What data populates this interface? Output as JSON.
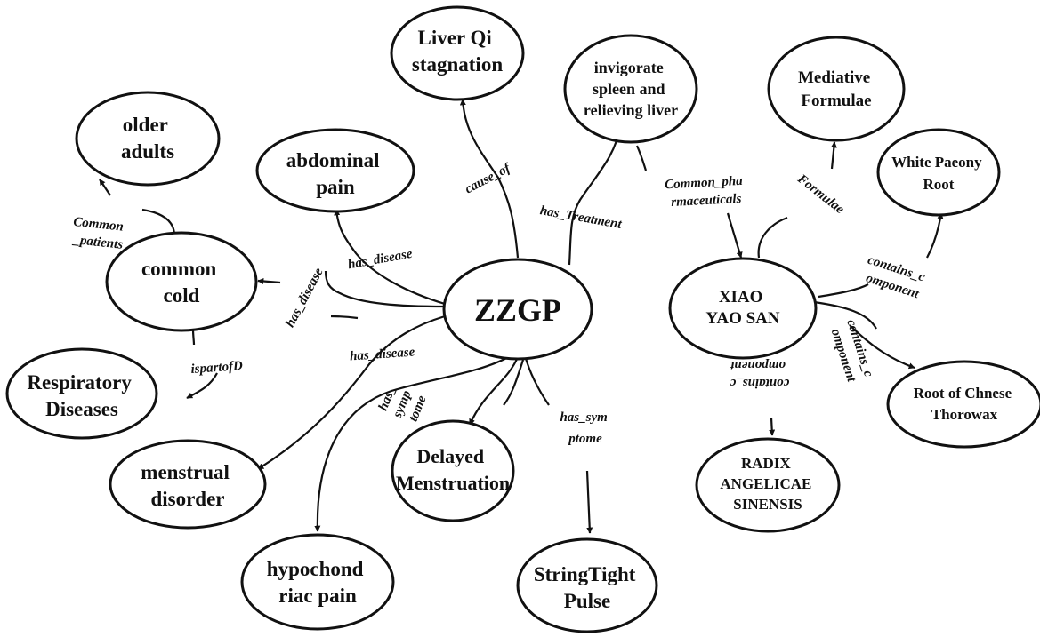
{
  "nodes": {
    "zzgp": {
      "lines": [
        "ZZGP"
      ]
    },
    "xiaoyaosan": {
      "lines": [
        "XIAO",
        "YAO SAN"
      ]
    },
    "liver_qi": {
      "lines": [
        "Liver Qi",
        "stagnation"
      ]
    },
    "invigorate": {
      "lines": [
        "invigorate",
        "spleen and",
        "relieving liver"
      ]
    },
    "mediative": {
      "lines": [
        "Mediative",
        "Formulae"
      ]
    },
    "white_paeony": {
      "lines": [
        "White Paeony",
        "Root"
      ]
    },
    "older_adults": {
      "lines": [
        "older",
        "adults"
      ]
    },
    "abdominal": {
      "lines": [
        "abdominal",
        "pain"
      ]
    },
    "common_cold": {
      "lines": [
        "common",
        "cold"
      ]
    },
    "respiratory": {
      "lines": [
        "Respiratory",
        "Diseases"
      ]
    },
    "menstrual": {
      "lines": [
        "menstrual",
        "disorder"
      ]
    },
    "hypochond": {
      "lines": [
        "hypochond",
        "riac pain"
      ]
    },
    "delayed": {
      "lines": [
        "Delayed",
        "Menstruation"
      ]
    },
    "stringtight": {
      "lines": [
        "StringTight",
        "Pulse"
      ]
    },
    "radix": {
      "lines": [
        "RADIX",
        "ANGELICAE",
        "SINENSIS"
      ]
    },
    "thorowax": {
      "lines": [
        "Root of Chnese",
        "Thorowax"
      ]
    }
  },
  "edges": {
    "common_patients": {
      "lines": [
        "Common",
        "_patients"
      ]
    },
    "has_disease_abdominal": {
      "lines": [
        "has_disease"
      ]
    },
    "has_disease_cold": {
      "lines": [
        "has_disease"
      ]
    },
    "ispartof": {
      "lines": [
        "ispartofD"
      ]
    },
    "has_disease_menstrual": {
      "lines": [
        "has_disease"
      ]
    },
    "has_symptome_hypo": {
      "lines": [
        "has_",
        "symp",
        "tome"
      ]
    },
    "has_symptome_pulse": {
      "lines": [
        "has_sym",
        "ptome"
      ]
    },
    "cause_of": {
      "lines": [
        "cause_of"
      ]
    },
    "has_treatment": {
      "lines": [
        "has_Treatment"
      ]
    },
    "common_pharma": {
      "lines": [
        "Common_pha",
        "rmaceuticals"
      ]
    },
    "formulae": {
      "lines": [
        "Formulae"
      ]
    },
    "contains_white": {
      "lines": [
        "contains_c",
        "omponent"
      ]
    },
    "contains_thorowax": {
      "lines": [
        "contains_c",
        "omponent"
      ]
    },
    "contains_radix": {
      "lines": [
        "contains_c",
        "omponent"
      ]
    }
  }
}
